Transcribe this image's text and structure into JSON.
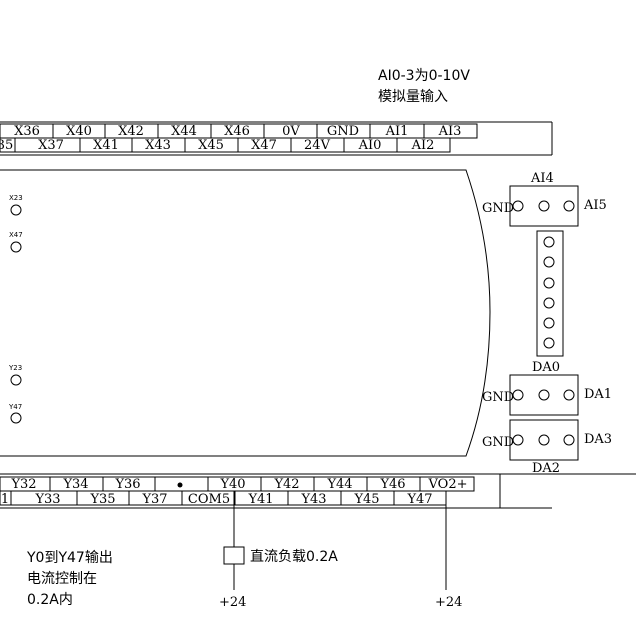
{
  "notes": {
    "analog_line1": "AI0-3为0-10V",
    "analog_line2": "模拟量输入",
    "output_line1": "Y0到Y47输出",
    "output_line2": "电流控制在",
    "output_line3": "0.2A内",
    "load_label": "直流负载0.2A",
    "supply_left": "+24",
    "supply_right": "+24"
  },
  "top_terminals": {
    "row_upper": [
      "X36",
      "X40",
      "X42",
      "X44",
      "X46",
      "0V",
      "GND",
      "AI1",
      "AI3"
    ],
    "row_lower": [
      "35",
      "X37",
      "X41",
      "X43",
      "X45",
      "X47",
      "24V",
      "AI0",
      "AI2"
    ]
  },
  "bottom_terminals": {
    "row_upper": [
      "Y32",
      "Y34",
      "Y36",
      "",
      "Y40",
      "Y42",
      "Y44",
      "Y46",
      "VO2+"
    ],
    "row_lower": [
      "1",
      "Y33",
      "Y35",
      "Y37",
      "COM5",
      "Y41",
      "Y43",
      "Y45",
      "Y47"
    ]
  },
  "leds": [
    "X23",
    "X47",
    "Y23",
    "Y47"
  ],
  "analog_module": {
    "ai4": "AI4",
    "ai5": "AI5",
    "gnd1": "GND",
    "da0": "DA0",
    "da1": "DA1",
    "gnd2": "GND",
    "da2": "DA2",
    "da3": "DA3",
    "gnd3": "GND"
  }
}
